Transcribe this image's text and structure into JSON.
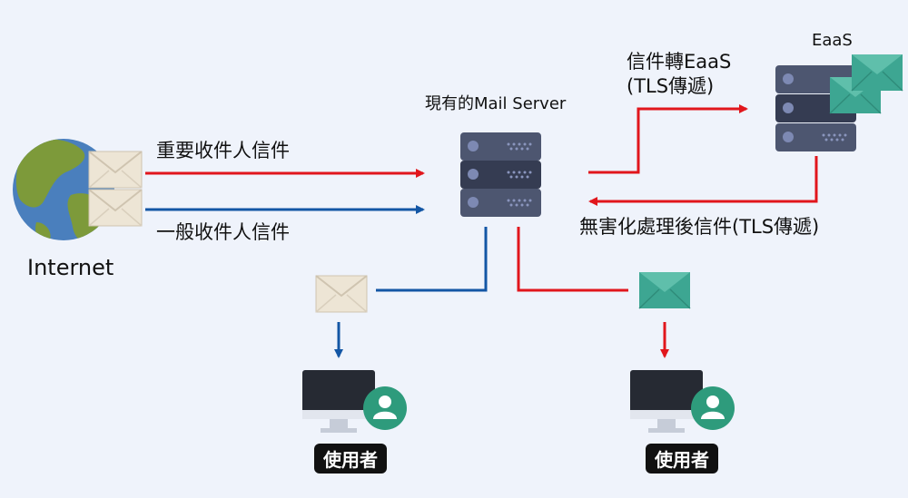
{
  "labels": {
    "internet": "Internet",
    "mail_server": "現有的Mail Server",
    "eaas": "EaaS",
    "important_mail": "重要收件人信件",
    "general_mail": "一般收件人信件",
    "forward_line1": "信件轉EaaS",
    "forward_line2": "(TLS傳遞)",
    "processed_return": "無害化處理後信件(TLS傳遞)",
    "user_left": "使用者",
    "user_right": "使用者"
  },
  "colors": {
    "background": "#eff3fb",
    "red_flow": "#e1161c",
    "blue_flow": "#1356a5",
    "server": "#4d5670",
    "server_dark": "#353c52",
    "envelope_cream": "#ede5d5",
    "envelope_teal": "#3da692",
    "user_green": "#2e9b7c",
    "monitor": "#262a33"
  },
  "icons": [
    "globe-icon",
    "envelope-icon",
    "server-icon",
    "monitor-icon",
    "user-icon"
  ]
}
